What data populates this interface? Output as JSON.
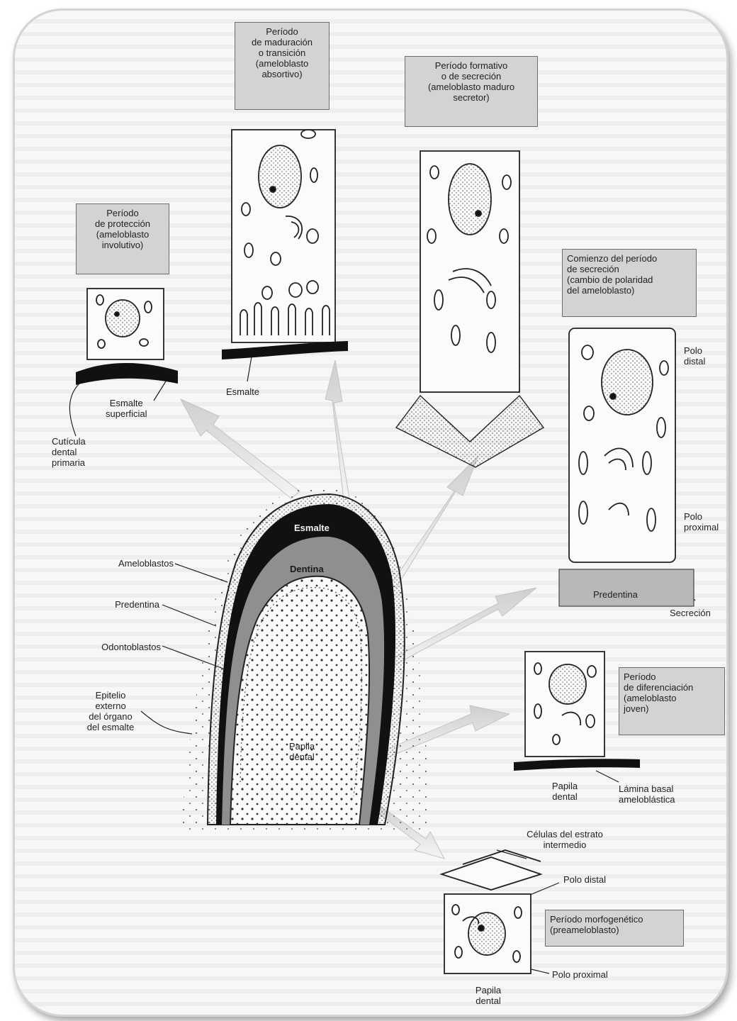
{
  "boxes": {
    "maduracion": [
      "Período",
      "de maduración",
      "o transición",
      "(ameloblasto",
      "absortivo)"
    ],
    "formativo": [
      "Período formativo",
      "o de secreción",
      "(ameloblasto maduro",
      "secretor)"
    ],
    "proteccion": [
      "Período",
      "de protección",
      "(ameloblasto",
      "involutivo)"
    ],
    "comienzo": [
      "Comienzo del período",
      "de secreción",
      "(cambio de polaridad",
      "del ameloblasto)"
    ],
    "diferenciacion": [
      "Período",
      "de diferenciación",
      "(ameloblasto",
      "joven)"
    ],
    "morfogenetico": [
      "Período morfogenético",
      "(preameloblasto)"
    ]
  },
  "labels": {
    "esmalte_cell": "Esmalte",
    "esmalte_superficial": [
      "Esmalte",
      "superficial"
    ],
    "cuticula": [
      "Cutícula",
      "dental",
      "primaria"
    ],
    "ameloblastos": "Ameloblastos",
    "predentina_left": "Predentina",
    "odontoblastos": "Odontoblastos",
    "epitelio": [
      "Epitelio",
      "externo",
      "del órgano",
      "del esmalte"
    ],
    "tooth_esmalte": "Esmalte",
    "tooth_dentina": "Dentina",
    "papila_center": [
      "Papila",
      "dental"
    ],
    "polo_distal_right": [
      "Polo",
      "distal"
    ],
    "polo_proximal_right": [
      "Polo",
      "proximal"
    ],
    "predentina_right": "Predentina",
    "secrecion": "Secreción",
    "papila_right": [
      "Papila",
      "dental"
    ],
    "lamina_basal": [
      "Lámina basal",
      "ameloblástica"
    ],
    "celulas_estrato": [
      "Células del estrato",
      "intermedio"
    ],
    "polo_distal_bottom": "Polo distal",
    "polo_proximal_bottom": "Polo proximal",
    "papila_bottom": [
      "Papila",
      "dental"
    ]
  },
  "colors": {
    "box_fill": "#d3d3d1",
    "enamel": "#111111",
    "dentin": "#8f8f8f",
    "predentin_band": "#b8b8b8",
    "arrow": "#d9d9d9"
  },
  "icons": [
    "arrow-icon",
    "cell-icon",
    "nucleus-icon",
    "tooth-icon"
  ]
}
